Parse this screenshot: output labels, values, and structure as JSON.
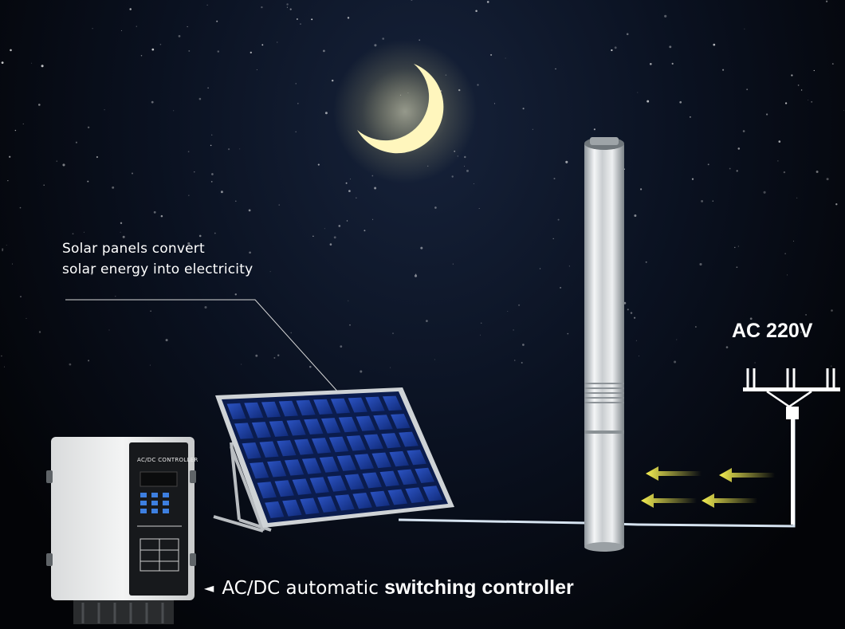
{
  "callout": {
    "line1": "Solar panels convert",
    "line2": "solar energy into electricity"
  },
  "power_source": {
    "label": "AC 220V"
  },
  "controller": {
    "caption_marker": "◄",
    "caption_regular": "AC/DC automatic ",
    "caption_bold": "switching controller",
    "device_title": "AC/DC CONTROLLER"
  },
  "icons": [
    "moon-icon",
    "solar-panel-icon",
    "submersible-pump-icon",
    "power-pole-icon",
    "arrow-left-icon",
    "controller-box-icon"
  ],
  "colors": {
    "sky": "#0a1120",
    "moon": "#fff7c0",
    "arrows": "#f3ea4a",
    "panel_cell": "#1d3fa0",
    "text": "#ffffff"
  }
}
